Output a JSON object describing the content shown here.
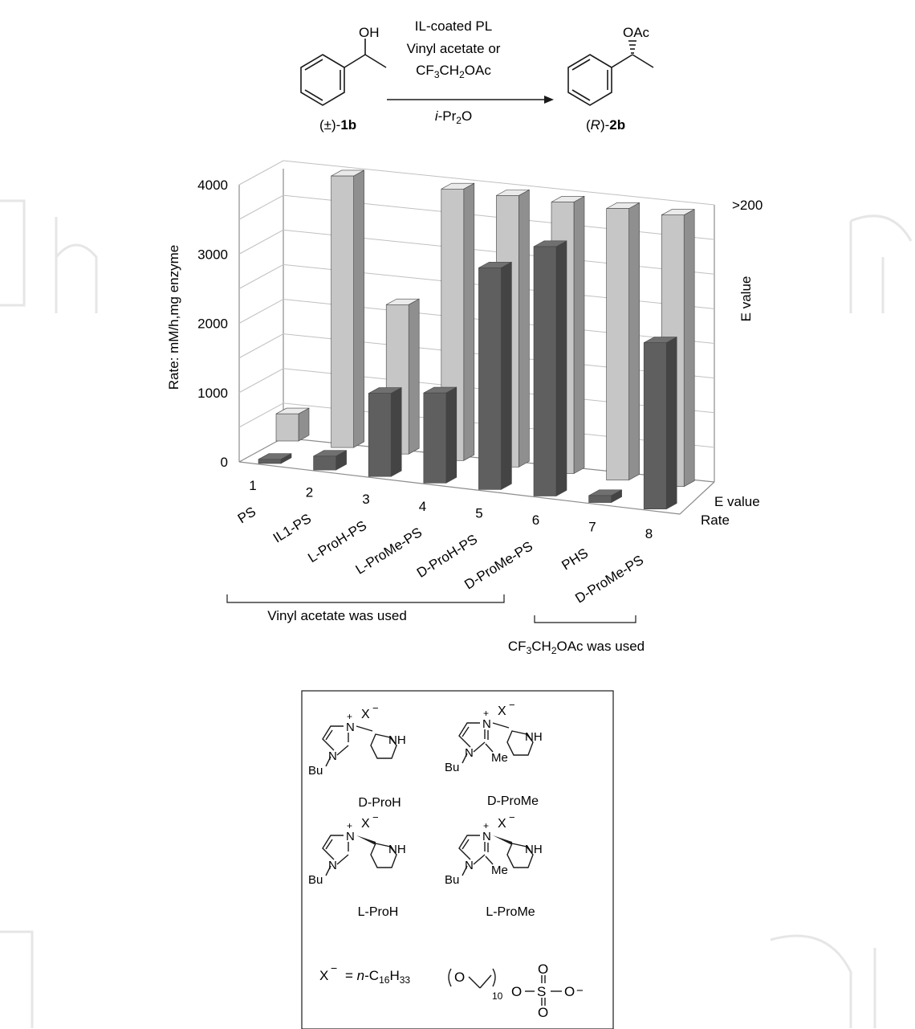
{
  "scheme": {
    "reagent_line1": "IL-coated PL",
    "reagent_line2": "Vinyl acetate or",
    "reagent_line3_pre": "CF",
    "reagent_line3_sub1": "3",
    "reagent_line3_mid": "CH",
    "reagent_line3_sub2": "2",
    "reagent_line3_post": "OAc",
    "solvent_pre": "i",
    "solvent_mid": "-Pr",
    "solvent_sub": "2",
    "solvent_post": "O",
    "sm_oh": "OH",
    "sm_label_prefix": "(±)-",
    "sm_label_bold": "1b",
    "prod_oac": "OAc",
    "prod_label_open": "(",
    "prod_label_italic": "R",
    "prod_label_close": ")-",
    "prod_label_bold": "2b"
  },
  "chart_data": {
    "type": "bar",
    "categories": [
      "PS",
      "IL1-PS",
      "L-ProH-PS",
      "L-ProMe-PS",
      "D-ProH-PS",
      "D-ProMe-PS",
      "PHS",
      "D-ProMe-PS"
    ],
    "entry_numbers": [
      "1",
      "2",
      "3",
      "4",
      "5",
      "6",
      "7",
      "8"
    ],
    "series": [
      {
        "name": "Rate",
        "values": [
          60,
          200,
          1200,
          1300,
          3200,
          3600,
          100,
          2400
        ],
        "color": "#5f5f5f"
      },
      {
        "name": "E value",
        "values": [
          20,
          200,
          110,
          200,
          200,
          200,
          200,
          200
        ],
        "color": "#c6c6c6"
      }
    ],
    "ylabel": "Rate: mM/h,mg enzyme",
    "y2label": "E value",
    "ylim": [
      0,
      4000
    ],
    "yticks": [
      "0",
      "1000",
      "2000",
      "3000",
      "4000"
    ],
    "y2ticks": [
      ">200"
    ],
    "y2lim": [
      0,
      200
    ],
    "grid": true,
    "group_labels": [
      "Vinyl acetate was used"
    ],
    "group2": {
      "pre": "CF",
      "sub1": "3",
      "mid": "CH",
      "sub2": "2",
      "post": "OAc was used"
    }
  },
  "structures": {
    "labels": [
      "D-ProH",
      "D-ProMe",
      "L-ProH",
      "L-ProMe"
    ],
    "anion_label": "X",
    "minus": "−",
    "plus": "+",
    "bu": "Bu",
    "me": "Me",
    "n_atom": "N",
    "nh": "NH",
    "formula": {
      "pre": "= ",
      "italic": "n",
      "c": "-C",
      "sub1": "16",
      "h": "H",
      "sub2": "33",
      "o": "O",
      "repeat": "10",
      "tail": "O",
      "s": "S",
      "oxy": "O"
    }
  },
  "colors": {
    "rate": "#5f5f5f",
    "evalue": "#c6c6c6",
    "watermark": "#e8e8e8"
  }
}
